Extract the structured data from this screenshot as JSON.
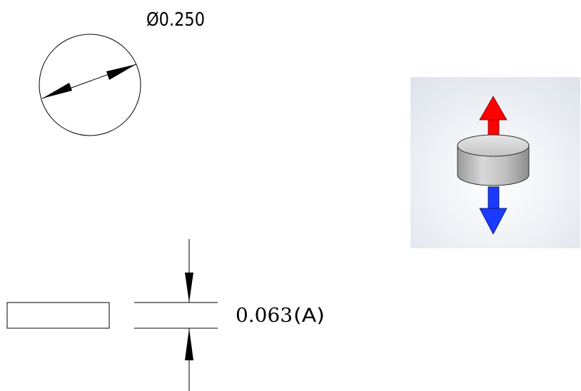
{
  "top_view": {
    "diameter_label": "Ø0.250"
  },
  "side_view": {
    "thickness_value": "0.063",
    "thickness_suffix": "(A)"
  },
  "iso_preview": {
    "background_color": "#e8ecf2",
    "cylinder_color": "#c9c9c9",
    "top_arrow_color": "#ff0000",
    "bottom_arrow_color": "#1a3bff",
    "top_arrow_meaning": "magnetization-direction-north",
    "bottom_arrow_meaning": "magnetization-direction-south"
  }
}
